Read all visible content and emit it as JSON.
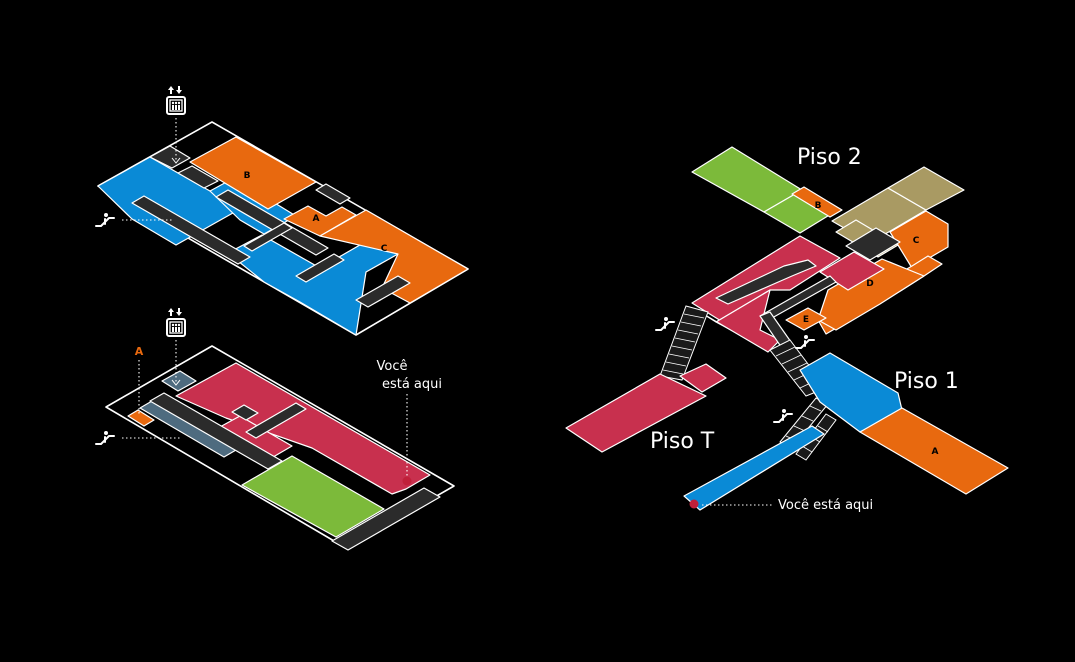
{
  "colors": {
    "blue": "#0a8ad6",
    "orange": "#e8690f",
    "crimson": "#c8304e",
    "green": "#7cba3a",
    "khaki": "#a99a63",
    "slate": "#4e6b7f",
    "corridor": "#2b2b2b",
    "marker": "#c0203a",
    "outline": "#ffffff"
  },
  "left_map": {
    "upper_floor": {
      "zones": {
        "b": "B",
        "a": "A",
        "c": "C"
      },
      "icons": {
        "elevator": "elevator-icon",
        "escalator": "escalator-icon"
      }
    },
    "lower_floor": {
      "zones": {
        "a": "A"
      },
      "you_are_here_line1": "Você",
      "you_are_here_line2": "está aqui",
      "icons": {
        "elevator": "elevator-icon",
        "escalator": "escalator-icon"
      }
    }
  },
  "right_map": {
    "floors": {
      "piso2": "Piso 2",
      "piso1": "Piso 1",
      "pisoT": "Piso T"
    },
    "zones": {
      "b": "B",
      "c": "C",
      "d": "D",
      "e": "E",
      "a": "A"
    },
    "you_are_here": "Você está aqui",
    "icons": {
      "escalator": "escalator-icon"
    }
  }
}
